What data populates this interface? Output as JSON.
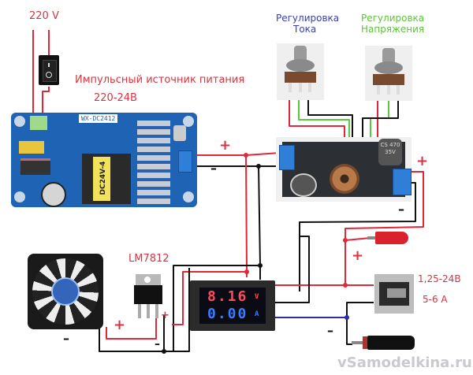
{
  "title": "Схема лабораторного блока питания",
  "labels": {
    "mains_voltage": "220 V",
    "psu_title": "Импульсный источник питания",
    "psu_range": "220-24В",
    "pot_current_line1": "Регулировка",
    "pot_current_line2": "Тока",
    "pot_voltage_line1": "Регулировка",
    "pot_voltage_line2": "Напряжения",
    "regulator": "LM7812",
    "output_voltage": "1,25-24В",
    "output_current": "5-6 А",
    "watermark": "vSamodelkina.ru"
  },
  "components": {
    "psu_board_marking": "WX-DC2412",
    "transformer_marking": "DC24V-4",
    "capacitor_marking": "CS 470 35V",
    "meter": {
      "voltage_reading": "8.16",
      "voltage_unit": "V",
      "current_reading": "0.00",
      "current_unit": "A"
    }
  },
  "signs": {
    "plus": "+",
    "minus": "–"
  },
  "colors": {
    "wire_positive": "#e0283a",
    "wire_negative": "#111111",
    "wire_green": "#57c93a",
    "wire_blue": "#2b2fa0",
    "label_red": "#d8343f",
    "label_blue": "#3a3fb0",
    "label_green": "#5ec43a",
    "psu_pcb": "#1f63b5",
    "meter_red": "#ff4a5a",
    "meter_blue": "#3a7bff"
  }
}
